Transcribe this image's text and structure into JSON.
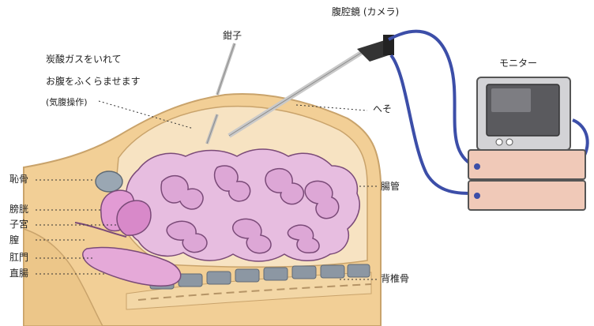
{
  "labels": {
    "laparoscope": "腹腔鏡 (カメラ)",
    "forceps": "鉗子",
    "monitor": "モニター",
    "co2_line1": "炭酸ガスをいれて",
    "co2_line2": "お腹をふくらませます",
    "pneumo": "(気腹操作)",
    "navel": "へそ",
    "pubis": "恥骨",
    "bladder": "膀胱",
    "uterus": "子宮",
    "vagina": "膣",
    "anus": "肛門",
    "rectum": "直腸",
    "intestine": "腸管",
    "spine": "背椎骨"
  },
  "colors": {
    "skin": "#f2cf96",
    "skin_outline": "#c9a36b",
    "intestine_fill": "#e7bde0",
    "intestine_outline": "#7a4a78",
    "abdominal_cavity": "#f7e3c2",
    "pelvic_organ": "#d889c9",
    "spine": "#7f8a97",
    "monitor_body": "#d3d3d6",
    "screen": "#5a5a5e",
    "cable": "#3c4ea8",
    "instrument_tray": "#f0c9b8"
  }
}
